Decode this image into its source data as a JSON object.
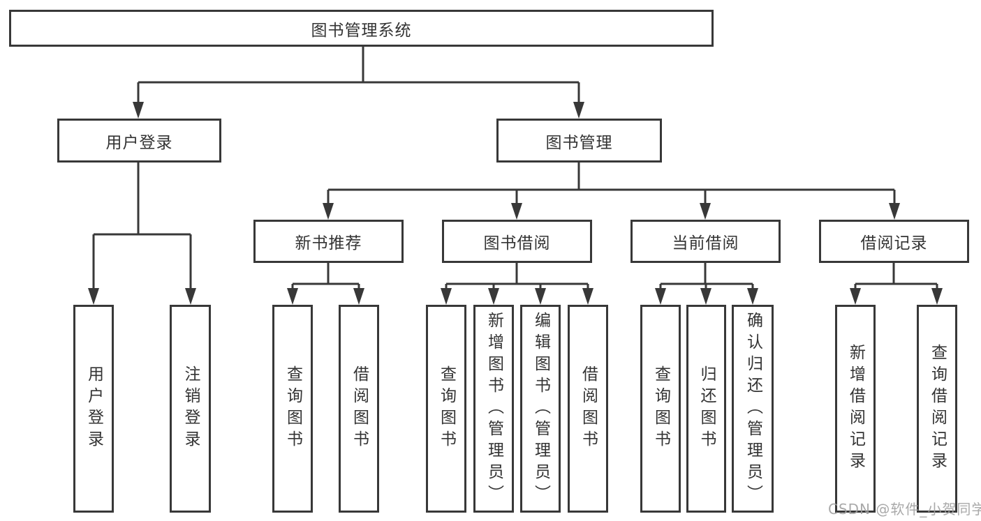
{
  "tree": {
    "root": "图书管理系统",
    "level2": [
      "用户登录",
      "图书管理"
    ],
    "level3": [
      "新书推荐",
      "图书借阅",
      "当前借阅",
      "借阅记录"
    ],
    "leaves": {
      "user_login": [
        "用户登录",
        "注销登录"
      ],
      "new_book": [
        "查询图书",
        "借阅图书"
      ],
      "book_borrow": [
        "查询图书",
        "新增图书（管理员）",
        "编辑图书（管理员）",
        "借阅图书"
      ],
      "current_borrow": [
        "查询图书",
        "归还图书",
        "确认归还（管理员）"
      ],
      "borrow_record": [
        "新增借阅记录",
        "查询借阅记录"
      ]
    }
  },
  "watermark": "CSDN @软件_小贺同学",
  "colors": {
    "line": "#383838",
    "box_border": "#383838",
    "text": "#333333",
    "watermark": "#a0a0a0",
    "background": "#ffffff"
  }
}
